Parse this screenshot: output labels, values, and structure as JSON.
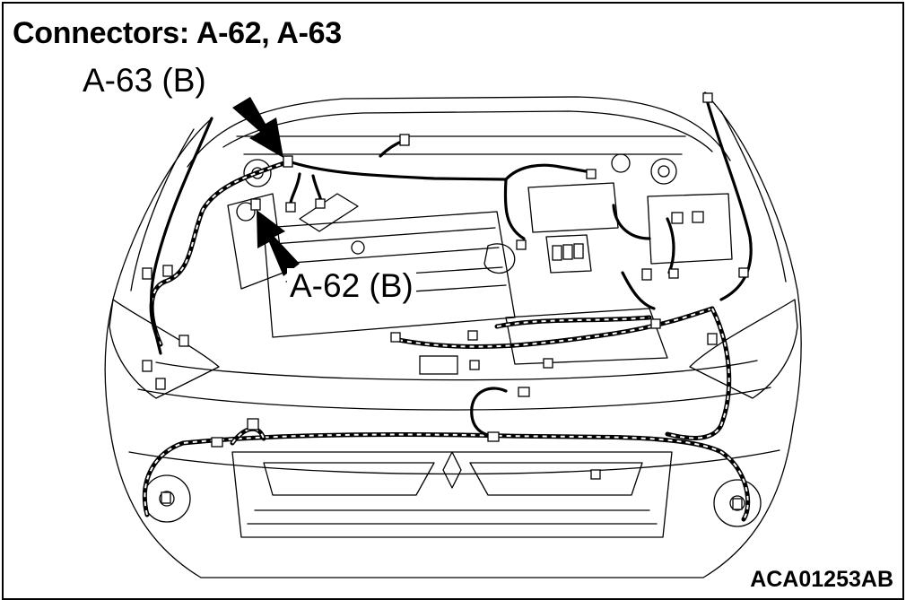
{
  "diagram": {
    "title": "Connectors: A-62, A-63",
    "callouts": [
      {
        "id": "A-63",
        "text": "A-63 (B)"
      },
      {
        "id": "A-62",
        "text": "A-62 (B)"
      }
    ],
    "figure_code": "ACA01253AB"
  }
}
